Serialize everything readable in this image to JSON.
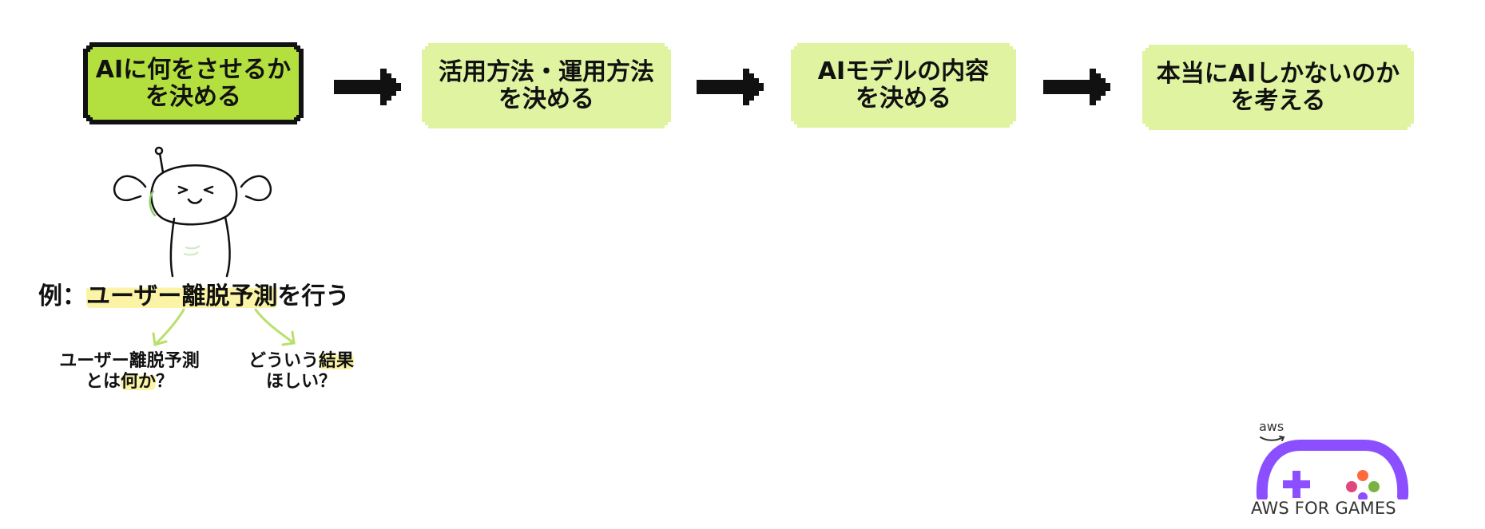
{
  "steps": [
    {
      "label": "AIに何をさせるか\nを決める",
      "active": true
    },
    {
      "label": "活用方法・運用方法\nを決める",
      "active": false
    },
    {
      "label": "AIモデルの内容\nを決める",
      "active": false
    },
    {
      "label": "本当にAIしかないのか\nを考える",
      "active": false
    }
  ],
  "example": {
    "prefix": "例：",
    "highlight": "ユーザー離脱予測",
    "suffix": "を行う"
  },
  "questions": [
    {
      "line1": "ユーザー離脱予測",
      "line2_pre": "とは",
      "line2_hl": "何か",
      "line2_post": "？"
    },
    {
      "line1_pre": "どういう",
      "line1_hl": "結果",
      "line2": "ほしい？"
    }
  ],
  "logo": {
    "aws_text": "aws",
    "brand_text": "AWS FOR GAMES",
    "colors": {
      "purple": "#8c4fff",
      "orange": "#ff6a3d",
      "pink": "#e0477e",
      "green": "#7bb342"
    }
  },
  "colors": {
    "box_active": "#b3df3f",
    "box": "#dff3a0",
    "highlight": "#fbf4a6"
  }
}
